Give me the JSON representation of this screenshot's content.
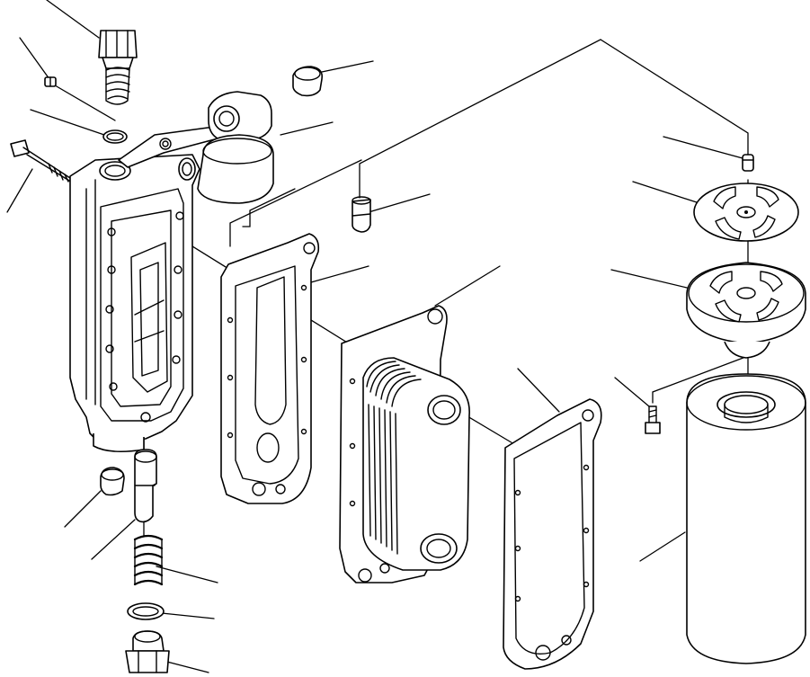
{
  "diagram": {
    "kind": "exploded-parts-view",
    "background": "#ffffff",
    "line_color": "#000000",
    "parts": [
      "filter-head-plug",
      "small-screw",
      "o-ring-upper",
      "relief-valve-spring-upper",
      "mounting-bolt",
      "oil-cooler-cover",
      "plug-cap",
      "oil-filter-housing",
      "gasket-cover",
      "cooler-element",
      "cooler-gasket",
      "tube-nipple",
      "filter-plate-top",
      "filter-plate-bottom",
      "small-pin",
      "spin-on-oil-filter",
      "drain-bolt",
      "cap-lower",
      "piston-valve",
      "spring-lower",
      "o-ring-lower",
      "drain-plug-lower"
    ]
  }
}
